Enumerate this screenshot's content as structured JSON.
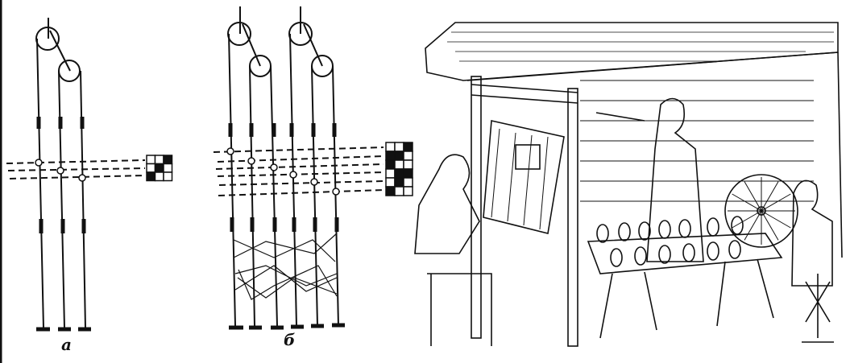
{
  "figure": {
    "label_a": "а",
    "label_b": "б",
    "pattern_a": [
      [
        0,
        0,
        1
      ],
      [
        0,
        1,
        0
      ],
      [
        1,
        0,
        0
      ]
    ],
    "pattern_b": [
      [
        0,
        0,
        1
      ],
      [
        1,
        1,
        0
      ],
      [
        1,
        0,
        0
      ],
      [
        0,
        1,
        1
      ],
      [
        0,
        1,
        0
      ],
      [
        1,
        0,
        0
      ]
    ],
    "ink_color": "#111111"
  }
}
